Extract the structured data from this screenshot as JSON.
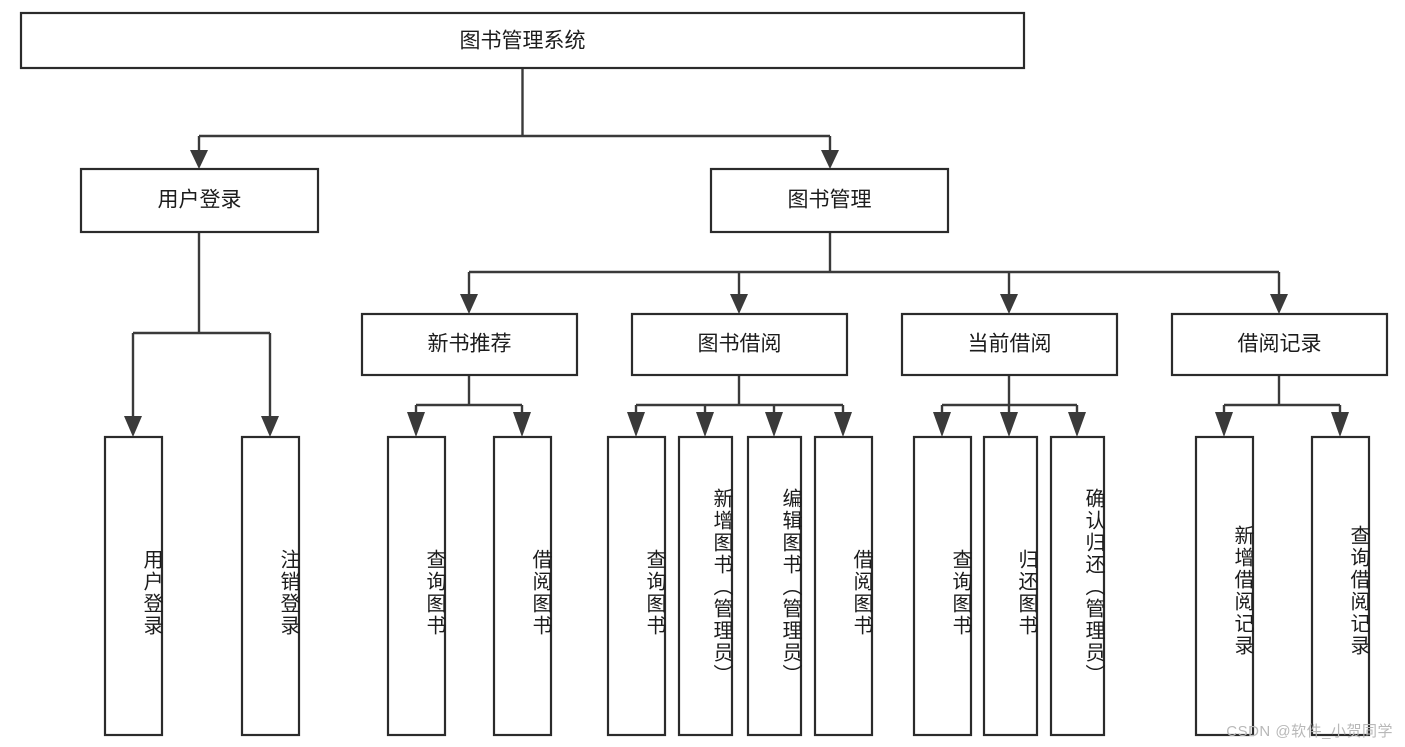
{
  "diagram": {
    "type": "hierarchy-tree",
    "title": "图书管理系统",
    "root": {
      "id": "root",
      "label": "图书管理系统"
    },
    "level2": [
      {
        "id": "user-login",
        "label": "用户登录"
      },
      {
        "id": "book-management",
        "label": "图书管理"
      }
    ],
    "level3": [
      {
        "id": "new-book-recommend",
        "label": "新书推荐",
        "parent": "book-management"
      },
      {
        "id": "book-borrow",
        "label": "图书借阅",
        "parent": "book-management"
      },
      {
        "id": "current-borrow",
        "label": "当前借阅",
        "parent": "book-management"
      },
      {
        "id": "borrow-record",
        "label": "借阅记录",
        "parent": "book-management"
      }
    ],
    "leaves": [
      {
        "id": "leaf-user-login",
        "label": "用户登录",
        "parent": "user-login"
      },
      {
        "id": "leaf-user-logout",
        "label": "注销登录",
        "parent": "user-login"
      },
      {
        "id": "leaf-query-book-1",
        "label": "查询图书",
        "parent": "new-book-recommend"
      },
      {
        "id": "leaf-borrow-book-1",
        "label": "借阅图书",
        "parent": "new-book-recommend"
      },
      {
        "id": "leaf-query-book-2",
        "label": "查询图书",
        "parent": "book-borrow"
      },
      {
        "id": "leaf-add-book",
        "label": "新增图书（管理员）",
        "parent": "book-borrow"
      },
      {
        "id": "leaf-edit-book",
        "label": "编辑图书（管理员）",
        "parent": "book-borrow"
      },
      {
        "id": "leaf-borrow-book-2",
        "label": "借阅图书",
        "parent": "book-borrow"
      },
      {
        "id": "leaf-query-book-3",
        "label": "查询图书",
        "parent": "current-borrow"
      },
      {
        "id": "leaf-return-book",
        "label": "归还图书",
        "parent": "current-borrow"
      },
      {
        "id": "leaf-confirm-return",
        "label": "确认归还（管理员）",
        "parent": "current-borrow"
      },
      {
        "id": "leaf-add-record",
        "label": "新增借阅记录",
        "parent": "borrow-record"
      },
      {
        "id": "leaf-query-record",
        "label": "查询借阅记录",
        "parent": "borrow-record"
      }
    ]
  },
  "watermark": {
    "text": "CSDN @软件_小贺同学"
  },
  "colors": {
    "background": "#ffffff",
    "box_fill": "#ffffff",
    "box_stroke": "#2b2b2b",
    "connector": "#3a3a3a",
    "text": "#1c1c1c",
    "watermark": "#b8b8b8"
  }
}
